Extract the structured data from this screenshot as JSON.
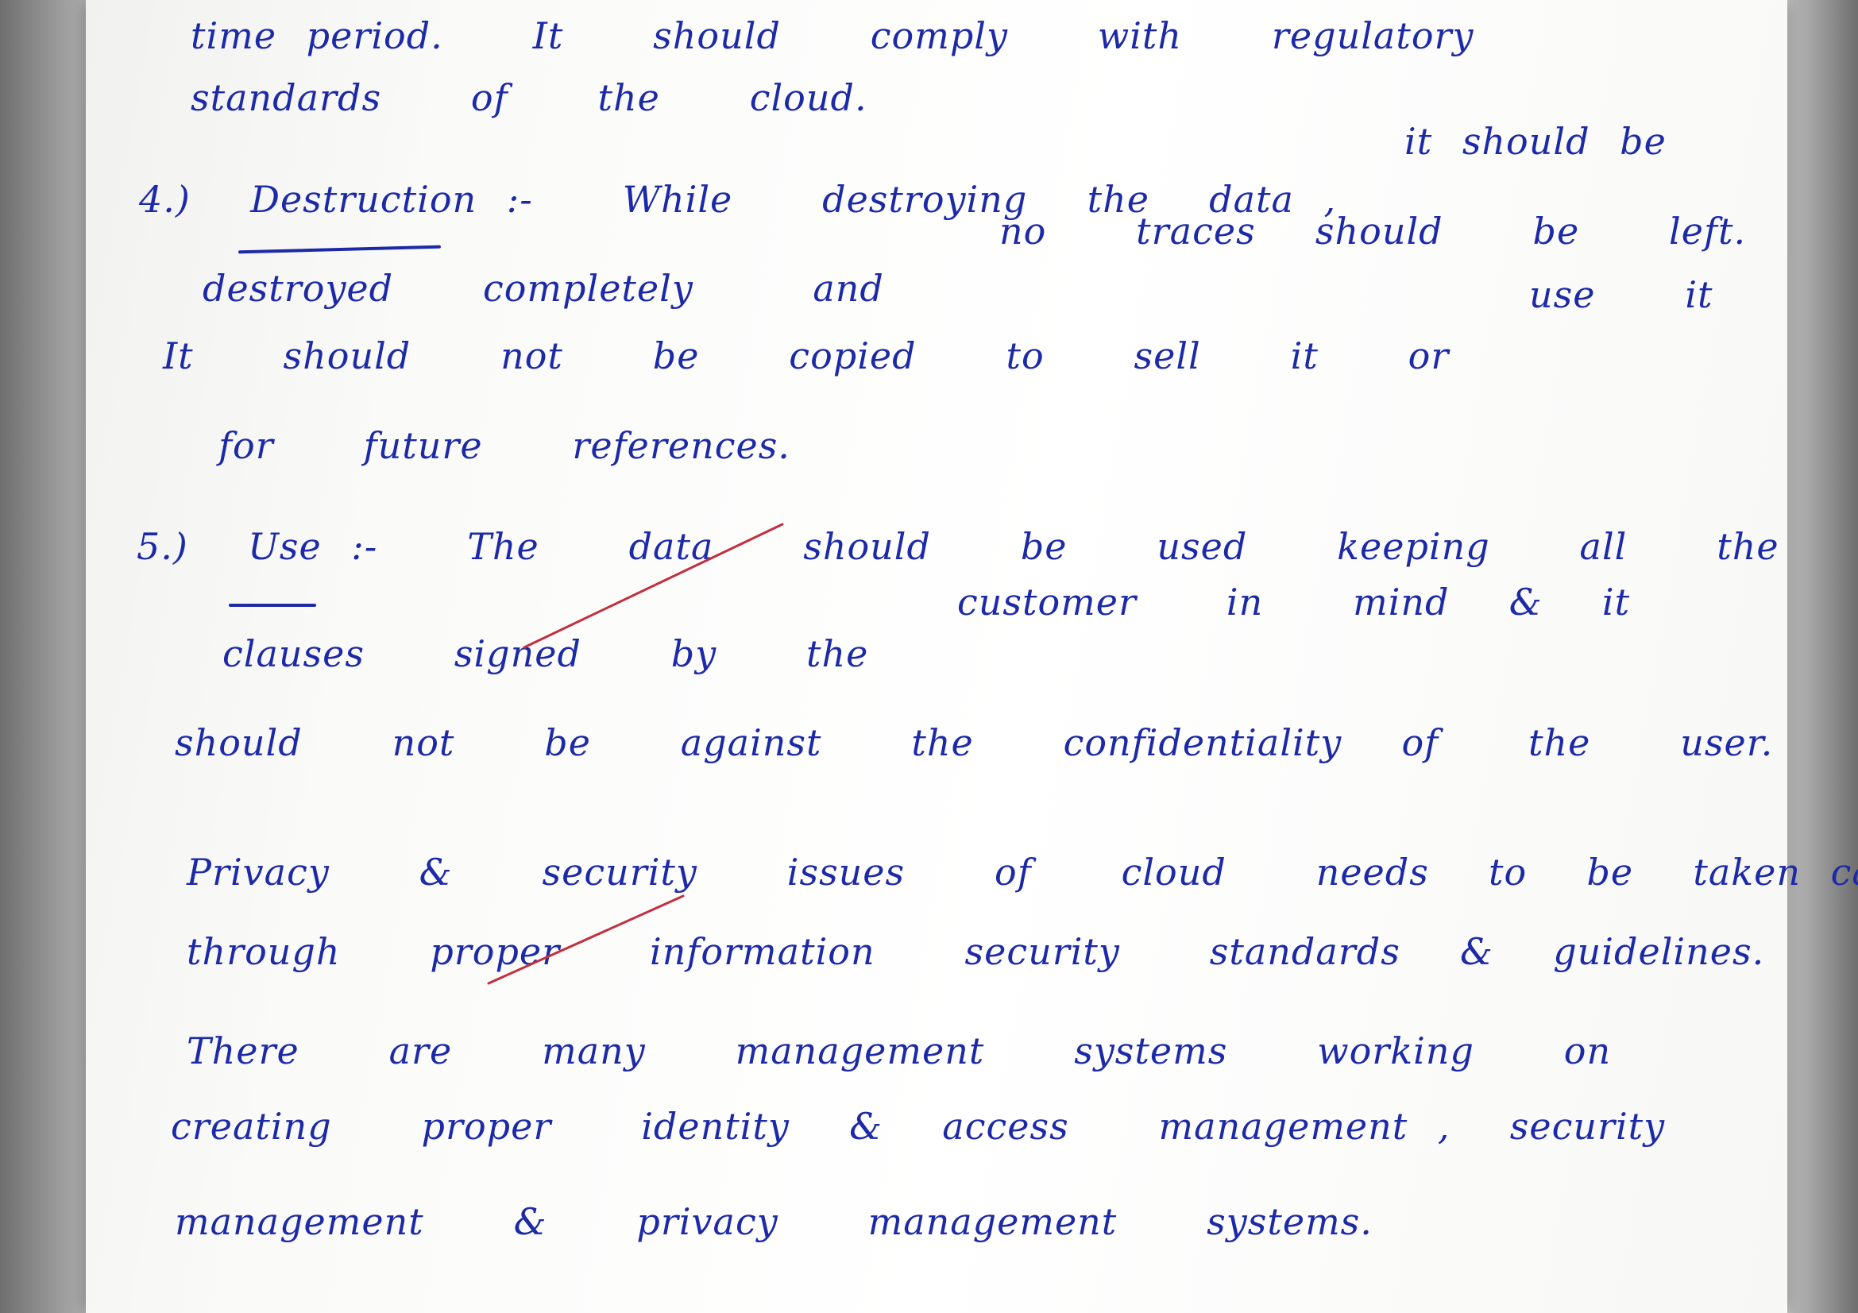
{
  "colors": {
    "ink": "#1d2aa7",
    "strike": "#c22f3f",
    "paper": "#fdfdfb"
  },
  "notes": {
    "lines": [
      "time period.   It   should   comply   with   regulatory",
      "standards   of   the   cloud.",
      "it should be",
      "4.)  Destruction :-   While   destroying  the  data ,",
      "no   traces  should   be   left.",
      "destroyed   completely    and",
      "use   it",
      "It   should   not   be   copied   to   sell   it   or",
      "for   future   references.",
      "5.)  Use :-   The   data   should   be   used   keeping   all   the",
      "customer   in   mind  &  it",
      "clauses   signed   by   the",
      "should   not   be   against   the   confidentiality  of   the   user.",
      "Privacy   &   security   issues   of   cloud   needs  to  be  taken care",
      "through   proper   information   security   standards  &  guidelines.",
      "There   are   many   management   systems   working   on",
      "creating   proper   identity  &  access   management ,  security",
      "management   &   privacy   management   systems."
    ]
  }
}
